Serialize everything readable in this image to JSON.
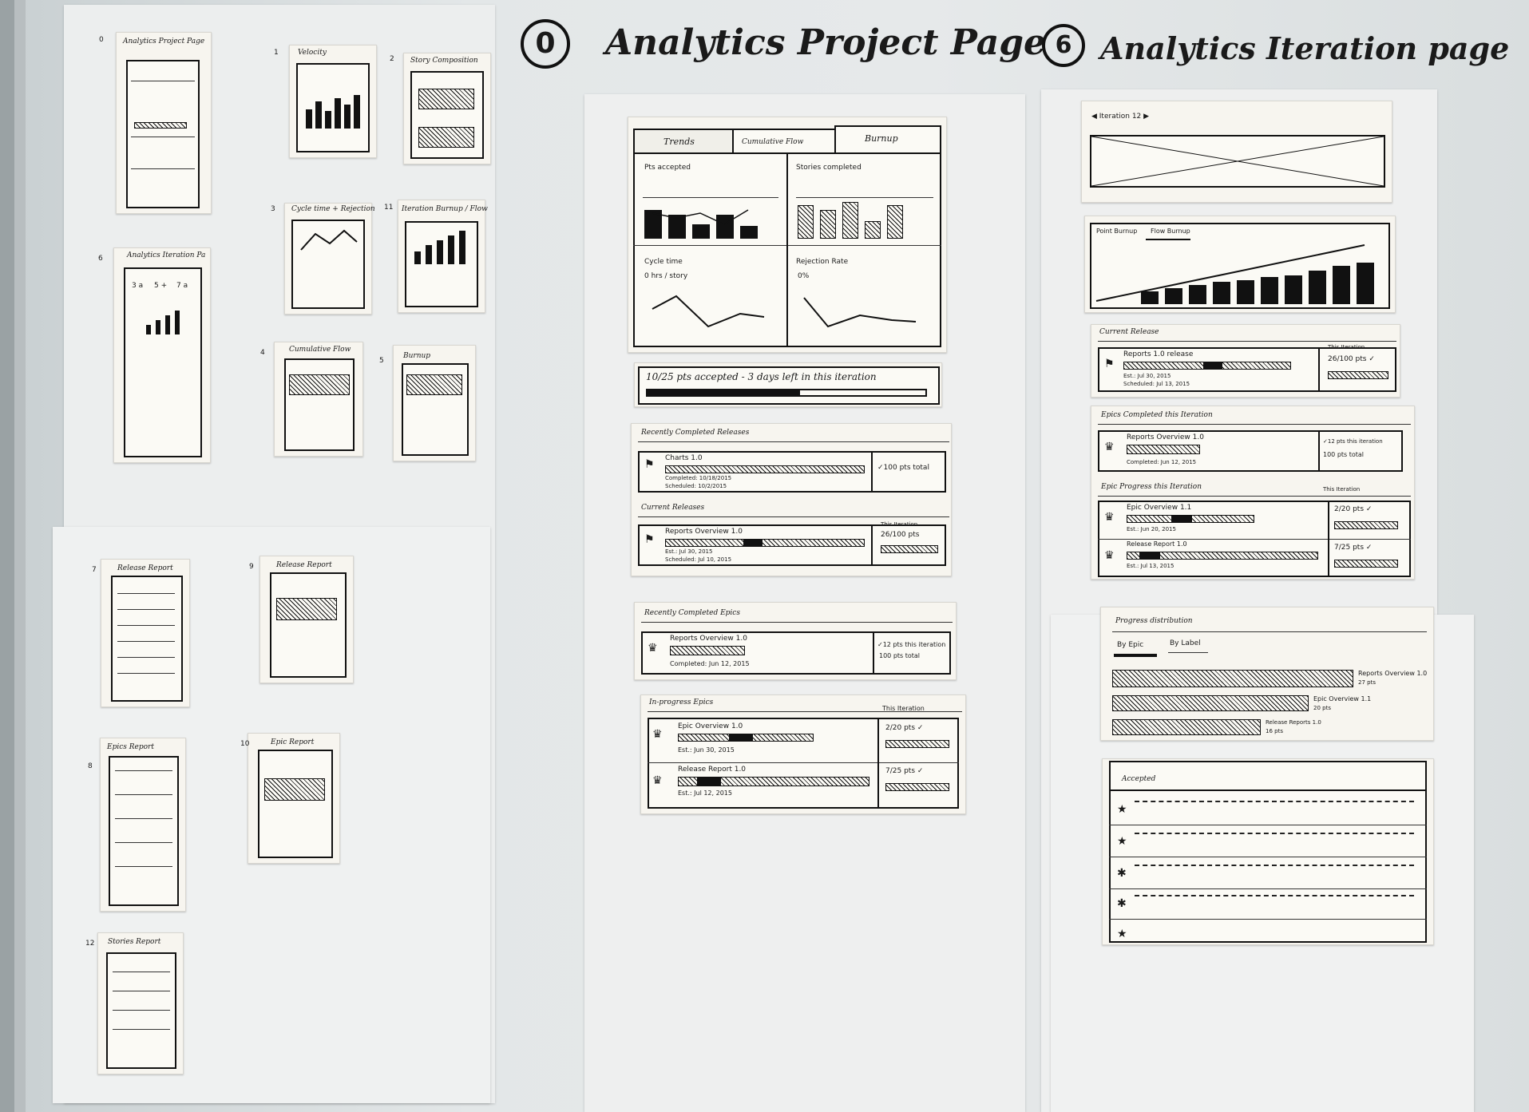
{
  "headings": {
    "project_num": "0",
    "project_title": "Analytics Project Page",
    "iteration_num": "6",
    "iteration_title": "Analytics Iteration page"
  },
  "thumbs": {
    "project_page": {
      "num": "0",
      "title": "Analytics Project Page"
    },
    "velocity": {
      "num": "1",
      "title": "Velocity"
    },
    "story_composition": {
      "num": "2",
      "title": "Story Composition"
    },
    "cycle_time": {
      "num": "3",
      "title": "Cycle time + Rejection"
    },
    "iteration_burnup": {
      "num": "11",
      "title": "Iteration Burnup / Flow"
    },
    "iteration_page": {
      "num": "6",
      "title": "Analytics Iteration Pa",
      "stats": [
        "3 a",
        "5 +",
        "7 a"
      ]
    },
    "cumulative_flow": {
      "num": "4",
      "title": "Cumulative Flow"
    },
    "burnup": {
      "num": "5",
      "title": "Burnup"
    },
    "release_report": {
      "num": "7",
      "title": "Release Report"
    },
    "release_report_2": {
      "num": "9",
      "title": "Release Report"
    },
    "epics_report": {
      "num": "8",
      "title": "Epics Report"
    },
    "epic_report": {
      "num": "10",
      "title": "Epic Report"
    },
    "stories_report": {
      "num": "12",
      "title": "Stories Report"
    }
  },
  "project": {
    "tabs": [
      "Trends",
      "Cumulative Flow",
      "Burnup"
    ],
    "charts": {
      "pts_accepted": "Pts accepted",
      "stories_completed": "Stories completed",
      "cycle_time": "Cycle time",
      "cycle_time_value": "0 hrs / story",
      "rejection_rate": "Rejection Rate",
      "rejection_value": "0%"
    },
    "progress_text": "10/25 pts accepted - 3 days left in this iteration",
    "progress_fraction": 0.55,
    "recent_releases_heading": "Recently Completed Releases",
    "recent_release": {
      "name": "Charts 1.0",
      "completed": "Completed: 10/18/2015",
      "scheduled": "Scheduled: 10/2/2015",
      "total": "✓100 pts total"
    },
    "current_releases_heading": "Current Releases",
    "current_release": {
      "name": "Reports Overview 1.0",
      "est": "Est.: Jul 30, 2015",
      "scheduled": "Scheduled: Jul 10, 2015",
      "this_iteration": "This Iteration",
      "pts": "26/100 pts"
    },
    "recent_epics_heading": "Recently Completed Epics",
    "recent_epic": {
      "name": "Reports Overview 1.0",
      "completed": "Completed: Jun 12, 2015",
      "this_iteration": "✓12 pts this iteration",
      "total": "100 pts total"
    },
    "inprogress_heading": "In-progress Epics",
    "this_iteration": "This Iteration",
    "inprogress": [
      {
        "name": "Epic Overview 1.0",
        "est": "Est.: Jun 30, 2015",
        "pts": "2/20 pts ✓"
      },
      {
        "name": "Release Report 1.0",
        "est": "Est.: Jul 12, 2015",
        "pts": "7/25 pts ✓"
      }
    ]
  },
  "iteration": {
    "nav": "◀ Iteration 12 ▶",
    "chart_tabs": [
      "Point Burnup",
      "Flow Burnup"
    ],
    "current_release_heading": "Current Release",
    "current_release": {
      "name": "Reports 1.0 release",
      "est": "Est.: Jul 30, 2015",
      "scheduled": "Scheduled: Jul 13, 2015",
      "this_iteration": "This Iteration",
      "pts": "26/100 pts ✓"
    },
    "epics_completed_heading": "Epics Completed this Iteration",
    "epic_completed": {
      "name": "Reports Overview 1.0",
      "completed": "Completed: Jun 12, 2015",
      "this_iteration": "✓12 pts this iteration",
      "total": "100 pts total"
    },
    "epic_progress_heading": "Epic Progress this Iteration",
    "this_iteration": "This Iteration",
    "epic_progress": [
      {
        "name": "Epic Overview 1.1",
        "est": "Est.: Jun 20, 2015",
        "pts": "2/20 pts ✓"
      },
      {
        "name": "Release Report 1.0",
        "est": "Est.: Jul 13, 2015",
        "pts": "7/25 pts ✓"
      }
    ],
    "progress_heading": "Progress distribution",
    "progress_tabs": [
      "By Epic",
      "By Label"
    ],
    "distribution": [
      {
        "name": "Reports Overview 1.0",
        "pts": "27 pts"
      },
      {
        "name": "Epic Overview 1.1",
        "pts": "20 pts"
      },
      {
        "name": "Release Reports 1.0",
        "pts": "16 pts"
      }
    ],
    "accepted_heading": "Accepted"
  }
}
